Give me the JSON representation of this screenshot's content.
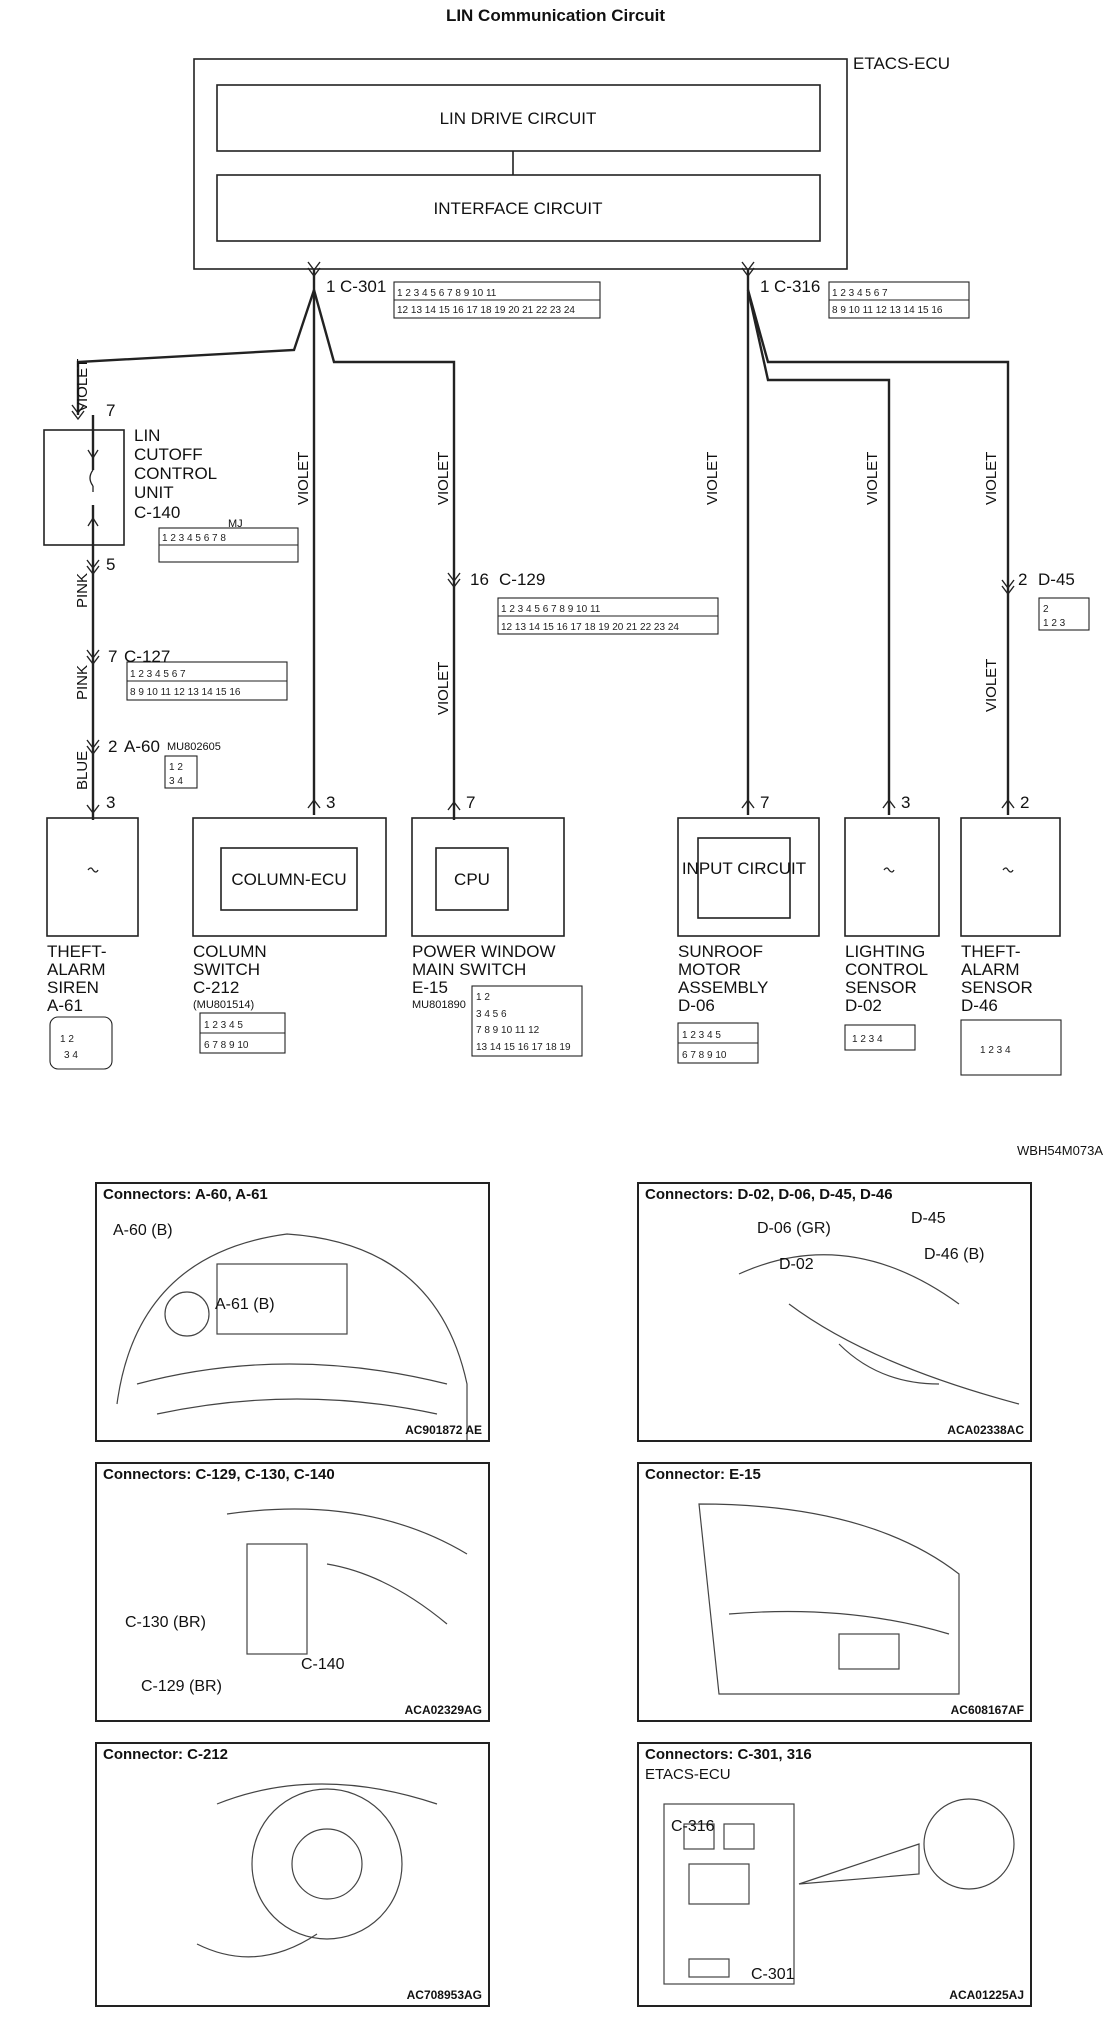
{
  "title": "LIN Communication Circuit",
  "ecu": {
    "name": "ETACS-ECU",
    "drive": "LIN DRIVE CIRCUIT",
    "interface": "INTERFACE CIRCUIT",
    "left_pin": "1",
    "left_conn": "C-301",
    "right_pin": "1",
    "right_conn": "C-316"
  },
  "wires": {
    "violet": "VIOLET",
    "pink": "PINK",
    "blue": "BLUE"
  },
  "lin_cutoff": {
    "label_lines": [
      "LIN",
      "CUTOFF",
      "CONTROL",
      "UNIT"
    ],
    "code": "C-140",
    "pin_top": "7",
    "pin_bottom": "5",
    "mj": "MJ"
  },
  "inline": {
    "c127_pin": "7",
    "c127": "C-127",
    "a60_pin": "2",
    "a60": "A-60",
    "a60_part": "MU802605",
    "c129_pin": "16",
    "c129": "C-129",
    "d45_pin": "2",
    "d45": "D-45"
  },
  "components": [
    {
      "pin": "3",
      "inner": "",
      "lines": [
        "THEFT-",
        "ALARM",
        "SIREN"
      ],
      "code": "A-61",
      "part": ""
    },
    {
      "pin": "3",
      "inner": "COLUMN-ECU",
      "lines": [
        "COLUMN",
        "SWITCH"
      ],
      "code": "C-212",
      "part": "(MU801514)"
    },
    {
      "pin": "7",
      "inner": "CPU",
      "lines": [
        "POWER WINDOW",
        "MAIN SWITCH"
      ],
      "code": "E-15",
      "part": "MU801890"
    },
    {
      "pin": "7",
      "inner": "INPUT CIRCUIT",
      "lines": [
        "SUNROOF",
        "MOTOR",
        "ASSEMBLY"
      ],
      "code": "D-06",
      "part": ""
    },
    {
      "pin": "3",
      "inner": "",
      "lines": [
        "LIGHTING",
        "CONTROL",
        "SENSOR"
      ],
      "code": "D-02",
      "part": ""
    },
    {
      "pin": "2",
      "inner": "",
      "lines": [
        "THEFT-",
        "ALARM",
        "SENSOR"
      ],
      "code": "D-46",
      "part": ""
    }
  ],
  "figure_code": "WBH54M073A",
  "panels": [
    {
      "title": "Connectors: A-60, A-61",
      "code": "AC901872 AE",
      "callouts": [
        "A-60 (B)",
        "A-61 (B)"
      ]
    },
    {
      "title": "Connectors: D-02, D-06, D-45, D-46",
      "code": "ACA02338AC",
      "callouts": [
        "D-06 (GR)",
        "D-45",
        "D-02",
        "D-46 (B)"
      ]
    },
    {
      "title": "Connectors: C-129, C-130, C-140",
      "code": "ACA02329AG",
      "callouts": [
        "C-130 (BR)",
        "C-140",
        "C-129 (BR)"
      ]
    },
    {
      "title": "Connector: E-15",
      "code": "AC608167AF",
      "callouts": []
    },
    {
      "title": "Connector: C-212",
      "code": "AC708953AG",
      "callouts": []
    },
    {
      "title": "Connectors: C-301, 316",
      "subtitle": "ETACS-ECU",
      "code": "ACA01225AJ",
      "callouts": [
        "C-316",
        "C-301"
      ]
    }
  ]
}
